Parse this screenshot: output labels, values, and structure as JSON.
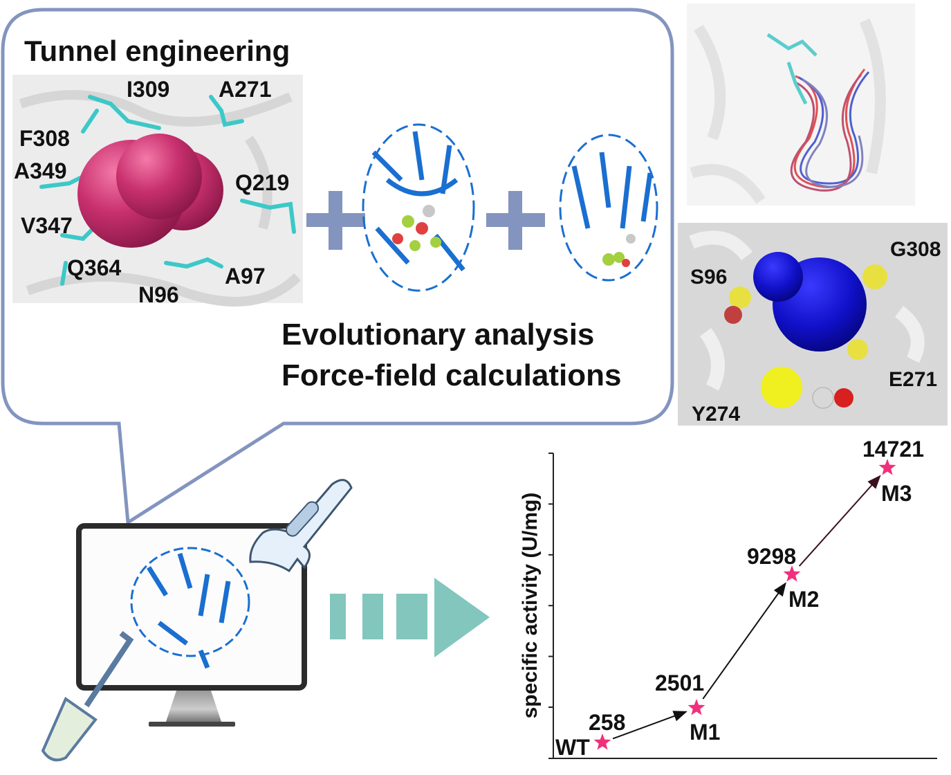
{
  "bubble": {
    "title": "Tunnel engineering",
    "residues": [
      "I309",
      "A271",
      "F308",
      "A349",
      "Q219",
      "V347",
      "Q364",
      "A97",
      "N96"
    ],
    "methods": [
      "Evolutionary analysis",
      "Force-field calculations"
    ]
  },
  "right_panel": {
    "residues": [
      "S96",
      "G308",
      "E271",
      "Y274"
    ]
  },
  "colors": {
    "bubble_border": "#8394bf",
    "arrow": "#82c6bd",
    "star": "#f0307a",
    "tunnel_sphere": "#c8306e",
    "pocket_sphere": "#1010c8",
    "protein": "#1a6fd0"
  },
  "chart_data": {
    "type": "line",
    "title": "",
    "xlabel": "",
    "ylabel": "specific activity (U/mg)",
    "categories": [
      "WT",
      "M1",
      "M2",
      "M3"
    ],
    "values": [
      258,
      2501,
      9298,
      14721
    ],
    "value_labels": [
      "258",
      "2501",
      "9298",
      "14721"
    ],
    "marker": "star",
    "grid": false,
    "y_tick_labels_shown": false
  }
}
